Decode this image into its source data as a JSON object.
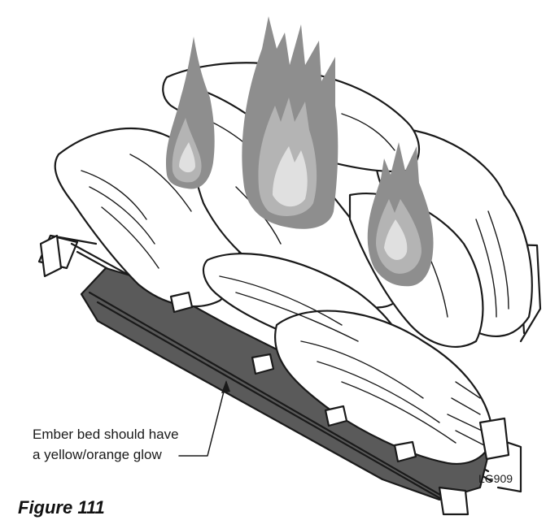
{
  "diagram": {
    "callout": {
      "line1": "Ember bed should have",
      "line2": "a yellow/orange glow"
    },
    "figure_code": "LG909",
    "figure_label": "Figure 111"
  },
  "colors": {
    "outline": "#1a1a1a",
    "log_fill": "#ffffff",
    "ember_bed": "#5a5a5a",
    "flame_outer": "#8e8e8e",
    "flame_mid": "#b4b4b4",
    "flame_inner": "#e0e0e0"
  }
}
